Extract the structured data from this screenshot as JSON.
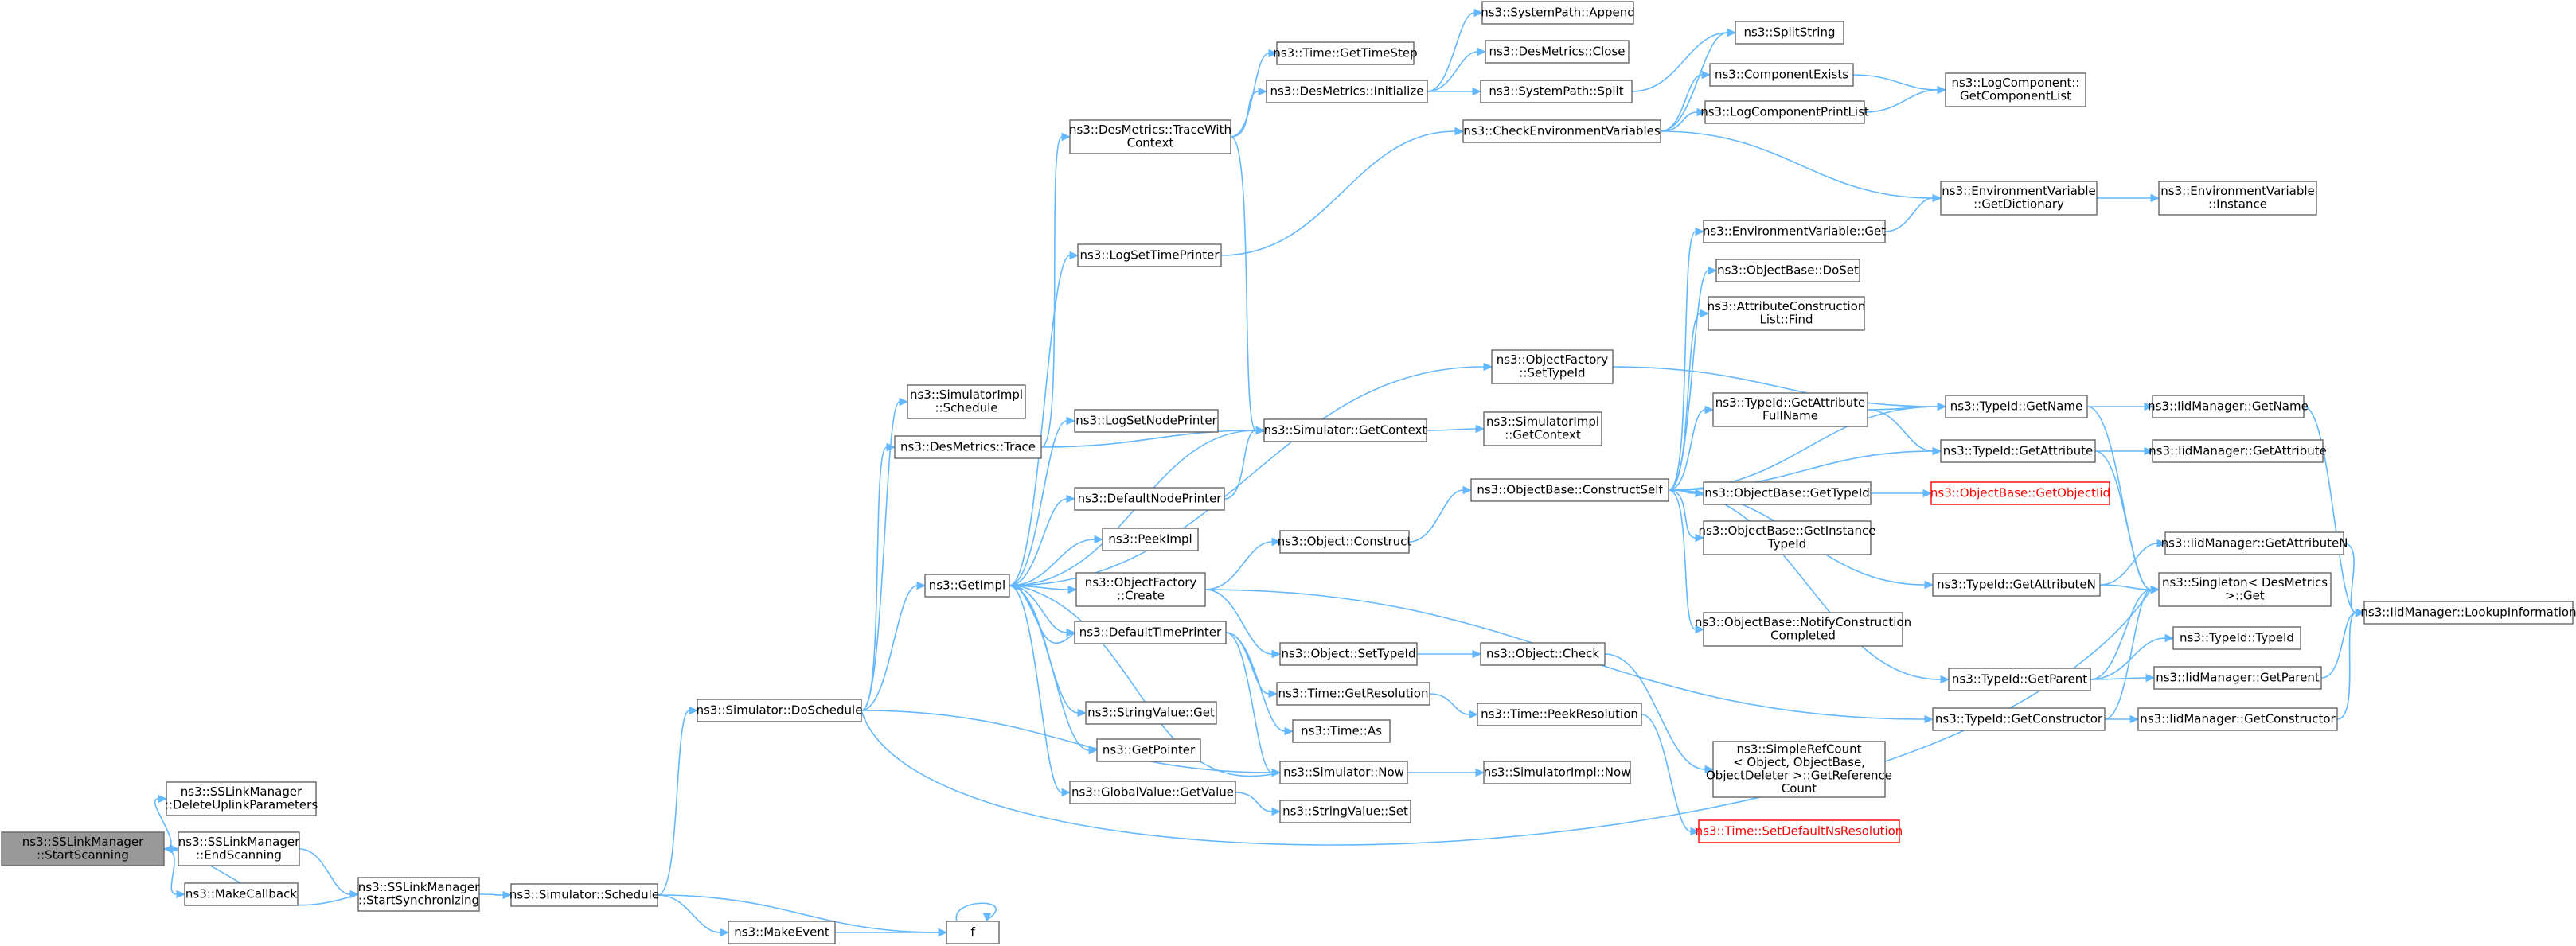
{
  "colors": {
    "node_fill": "#ffffff",
    "root_fill": "#999999",
    "node_stroke": "#666666",
    "edge": "#63b8ff",
    "red_node_stroke": "#ff0000"
  },
  "nodes": [
    {
      "id": "n_startscanning",
      "lines": [
        "ns3::SSLinkManager",
        "::StartScanning"
      ],
      "style": "root"
    },
    {
      "id": "n_deleteuplink",
      "lines": [
        "ns3::SSLinkManager",
        "::DeleteUplinkParameters"
      ],
      "style": "normal"
    },
    {
      "id": "n_endscanning",
      "lines": [
        "ns3::SSLinkManager",
        "::EndScanning"
      ],
      "style": "normal"
    },
    {
      "id": "n_makecallback",
      "lines": [
        "ns3::MakeCallback"
      ],
      "style": "normal"
    },
    {
      "id": "n_startsync",
      "lines": [
        "ns3::SSLinkManager",
        "::StartSynchronizing"
      ],
      "style": "normal"
    },
    {
      "id": "n_schedule",
      "lines": [
        "ns3::Simulator::Schedule"
      ],
      "style": "normal"
    },
    {
      "id": "n_doschedule",
      "lines": [
        "ns3::Simulator::DoSchedule"
      ],
      "style": "normal"
    },
    {
      "id": "n_makeevent",
      "lines": [
        "ns3::MakeEvent"
      ],
      "style": "normal"
    },
    {
      "id": "n_f",
      "lines": [
        "f"
      ],
      "style": "normal"
    },
    {
      "id": "n_simimplschedule",
      "lines": [
        "ns3::SimulatorImpl",
        "::Schedule"
      ],
      "style": "normal"
    },
    {
      "id": "n_desmetricstrace",
      "lines": [
        "ns3::DesMetrics::Trace"
      ],
      "style": "normal"
    },
    {
      "id": "n_getimpl",
      "lines": [
        "ns3::GetImpl"
      ],
      "style": "normal"
    },
    {
      "id": "n_tracewithcontext",
      "lines": [
        "ns3::DesMetrics::TraceWith",
        "Context"
      ],
      "style": "normal"
    },
    {
      "id": "n_logsettimeprinter",
      "lines": [
        "ns3::LogSetTimePrinter"
      ],
      "style": "normal"
    },
    {
      "id": "n_logsetnodeprinter",
      "lines": [
        "ns3::LogSetNodePrinter"
      ],
      "style": "normal"
    },
    {
      "id": "n_defaultnodeprinter",
      "lines": [
        "ns3::DefaultNodePrinter"
      ],
      "style": "normal"
    },
    {
      "id": "n_peekimpl",
      "lines": [
        "ns3::PeekImpl"
      ],
      "style": "normal"
    },
    {
      "id": "n_objfactorycreate",
      "lines": [
        "ns3::ObjectFactory",
        "::Create"
      ],
      "style": "normal"
    },
    {
      "id": "n_defaulttimeprinter",
      "lines": [
        "ns3::DefaultTimePrinter"
      ],
      "style": "normal"
    },
    {
      "id": "n_stringvalueget",
      "lines": [
        "ns3::StringValue::Get"
      ],
      "style": "normal"
    },
    {
      "id": "n_getpointer",
      "lines": [
        "ns3::GetPointer"
      ],
      "style": "normal"
    },
    {
      "id": "n_globalvalueget",
      "lines": [
        "ns3::GlobalValue::GetValue"
      ],
      "style": "normal"
    },
    {
      "id": "n_timegettimestep",
      "lines": [
        "ns3::Time::GetTimeStep"
      ],
      "style": "normal"
    },
    {
      "id": "n_desmetricsinit",
      "lines": [
        "ns3::DesMetrics::Initialize"
      ],
      "style": "normal"
    },
    {
      "id": "n_simgetcontext",
      "lines": [
        "ns3::Simulator::GetContext"
      ],
      "style": "normal"
    },
    {
      "id": "n_objectconstruct",
      "lines": [
        "ns3::Object::Construct"
      ],
      "style": "normal"
    },
    {
      "id": "n_objectsettypeid",
      "lines": [
        "ns3::Object::SetTypeId"
      ],
      "style": "normal"
    },
    {
      "id": "n_timegetresolution",
      "lines": [
        "ns3::Time::GetResolution"
      ],
      "style": "normal"
    },
    {
      "id": "n_timeas",
      "lines": [
        "ns3::Time::As"
      ],
      "style": "normal"
    },
    {
      "id": "n_simnow",
      "lines": [
        "ns3::Simulator::Now"
      ],
      "style": "normal"
    },
    {
      "id": "n_stringvalueset",
      "lines": [
        "ns3::StringValue::Set"
      ],
      "style": "normal"
    },
    {
      "id": "n_syspathappend",
      "lines": [
        "ns3::SystemPath::Append"
      ],
      "style": "normal"
    },
    {
      "id": "n_desmetricsclose",
      "lines": [
        "ns3::DesMetrics::Close"
      ],
      "style": "normal"
    },
    {
      "id": "n_syspathsplit",
      "lines": [
        "ns3::SystemPath::Split"
      ],
      "style": "normal"
    },
    {
      "id": "n_checkenvvars",
      "lines": [
        "ns3::CheckEnvironmentVariables"
      ],
      "style": "normal"
    },
    {
      "id": "n_objfactorysettypeid",
      "lines": [
        "ns3::ObjectFactory",
        "::SetTypeId"
      ],
      "style": "normal"
    },
    {
      "id": "n_simimplgetcontext",
      "lines": [
        "ns3::SimulatorImpl",
        "::GetContext"
      ],
      "style": "normal"
    },
    {
      "id": "n_objbaseconstructself",
      "lines": [
        "ns3::ObjectBase::ConstructSelf"
      ],
      "style": "normal"
    },
    {
      "id": "n_objectcheck",
      "lines": [
        "ns3::Object::Check"
      ],
      "style": "normal"
    },
    {
      "id": "n_timepeekresolution",
      "lines": [
        "ns3::Time::PeekResolution"
      ],
      "style": "normal"
    },
    {
      "id": "n_simimplnow",
      "lines": [
        "ns3::SimulatorImpl::Now"
      ],
      "style": "normal"
    },
    {
      "id": "n_simplerefcount",
      "lines": [
        "ns3::SimpleRefCount",
        "< Object, ObjectBase,",
        "ObjectDeleter >::GetReference",
        "Count"
      ],
      "style": "normal"
    },
    {
      "id": "n_timesetdefaultns",
      "lines": [
        "ns3::Time::SetDefaultNsResolution"
      ],
      "style": "red"
    },
    {
      "id": "n_splitstring",
      "lines": [
        "ns3::SplitString"
      ],
      "style": "normal"
    },
    {
      "id": "n_componentexists",
      "lines": [
        "ns3::ComponentExists"
      ],
      "style": "normal"
    },
    {
      "id": "n_logcompprintlist",
      "lines": [
        "ns3::LogComponentPrintList"
      ],
      "style": "normal"
    },
    {
      "id": "n_envvarget",
      "lines": [
        "ns3::EnvironmentVariable::Get"
      ],
      "style": "normal"
    },
    {
      "id": "n_objbasedoset",
      "lines": [
        "ns3::ObjectBase::DoSet"
      ],
      "style": "normal"
    },
    {
      "id": "n_attrconstrlistfind",
      "lines": [
        "ns3::AttributeConstruction",
        "List::Find"
      ],
      "style": "normal"
    },
    {
      "id": "n_typeidgetattrfullname",
      "lines": [
        "ns3::TypeId::GetAttribute",
        "FullName"
      ],
      "style": "normal"
    },
    {
      "id": "n_objbasegettypeid",
      "lines": [
        "ns3::ObjectBase::GetTypeId"
      ],
      "style": "normal"
    },
    {
      "id": "n_objbasegetinstancetypeid",
      "lines": [
        "ns3::ObjectBase::GetInstance",
        "TypeId"
      ],
      "style": "normal"
    },
    {
      "id": "n_objbasenotifyconstruction",
      "lines": [
        "ns3::ObjectBase::NotifyConstruction",
        "Completed"
      ],
      "style": "normal"
    },
    {
      "id": "n_logcompgetcomplist",
      "lines": [
        "ns3::LogComponent::",
        "GetComponentList"
      ],
      "style": "normal"
    },
    {
      "id": "n_envvargetdict",
      "lines": [
        "ns3::EnvironmentVariable",
        "::GetDictionary"
      ],
      "style": "normal"
    },
    {
      "id": "n_typeidgetname",
      "lines": [
        "ns3::TypeId::GetName"
      ],
      "style": "normal"
    },
    {
      "id": "n_typeidgetattribute",
      "lines": [
        "ns3::TypeId::GetAttribute"
      ],
      "style": "normal"
    },
    {
      "id": "n_objbasegetobjectiid",
      "lines": [
        "ns3::ObjectBase::GetObjectIid"
      ],
      "style": "red"
    },
    {
      "id": "n_typeidgetattributen",
      "lines": [
        "ns3::TypeId::GetAttributeN"
      ],
      "style": "normal"
    },
    {
      "id": "n_typeidgetparent",
      "lines": [
        "ns3::TypeId::GetParent"
      ],
      "style": "normal"
    },
    {
      "id": "n_typeidgetconstructor",
      "lines": [
        "ns3::TypeId::GetConstructor"
      ],
      "style": "normal"
    },
    {
      "id": "n_envvarinstance",
      "lines": [
        "ns3::EnvironmentVariable",
        "::Instance"
      ],
      "style": "normal"
    },
    {
      "id": "n_iidgetname",
      "lines": [
        "ns3::IidManager::GetName"
      ],
      "style": "normal"
    },
    {
      "id": "n_iidgetattribute",
      "lines": [
        "ns3::IidManager::GetAttribute"
      ],
      "style": "normal"
    },
    {
      "id": "n_iidgetattributen",
      "lines": [
        "ns3::IidManager::GetAttributeN"
      ],
      "style": "normal"
    },
    {
      "id": "n_singletonget",
      "lines": [
        "ns3::Singleton< DesMetrics",
        ">::Get"
      ],
      "style": "normal"
    },
    {
      "id": "n_typeidtypeid",
      "lines": [
        "ns3::TypeId::TypeId"
      ],
      "style": "normal"
    },
    {
      "id": "n_iidgetparent",
      "lines": [
        "ns3::IidManager::GetParent"
      ],
      "style": "normal"
    },
    {
      "id": "n_iidgetconstructor",
      "lines": [
        "ns3::IidManager::GetConstructor"
      ],
      "style": "normal"
    },
    {
      "id": "n_iidlookupinfo",
      "lines": [
        "ns3::IidManager::LookupInformation"
      ],
      "style": "normal"
    }
  ]
}
